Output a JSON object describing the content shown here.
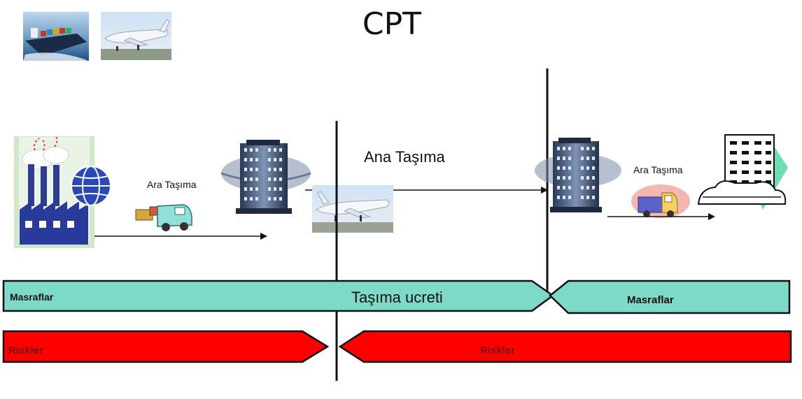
{
  "title": "CPT",
  "stages": {
    "pre_label": "Ara Taşıma",
    "main_label": "Ana Taşıma",
    "post_label": "Ara Taşıma"
  },
  "costs": {
    "left_label": "Masraflar",
    "middle_label": "Taşıma ucreti",
    "right_label": "Masraflar",
    "color": "#7dd9c8"
  },
  "risks": {
    "left_label": "Riskler",
    "right_label": "Riskler",
    "color": "#ff0000"
  },
  "icons": {
    "ship": "cargo-ship-icon",
    "plane": "airplane-icon",
    "factory": "factory-icon",
    "globe": "globe-icon",
    "truck_left": "delivery-truck-icon",
    "terminal_left": "terminal-building-icon",
    "terminal_right": "terminal-building-icon",
    "truck_right": "delivery-truck-icon",
    "destination": "destination-building-icon"
  }
}
